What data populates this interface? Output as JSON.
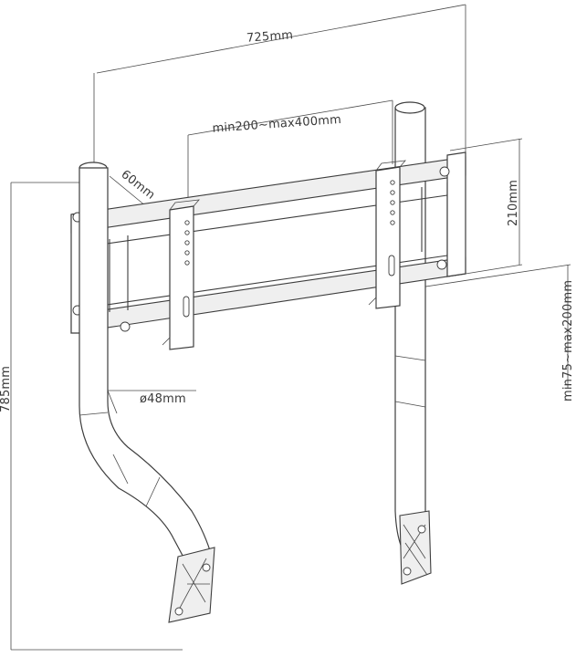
{
  "dimensions": {
    "total_width": "725mm",
    "vesa_range": "min200~max400mm",
    "depth": "60mm",
    "frame_height": "210mm",
    "height_adjust": "min75~max200mm",
    "tube_diameter": "ø48mm",
    "total_height": "785mm"
  }
}
